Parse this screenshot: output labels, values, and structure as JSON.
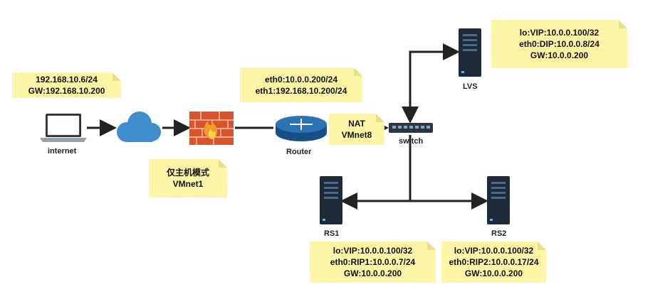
{
  "notes": {
    "client": [
      "192.168.10.6/24",
      "GW:192.168.10.200"
    ],
    "router": [
      "eth0:10.0.0.200/24",
      "eth1:192.168.10.200/24"
    ],
    "hostonly": [
      "仅主机模式",
      "VMnet1"
    ],
    "nat": [
      "NAT",
      "VMnet8"
    ],
    "lvs": [
      "lo:VIP:10.0.0.100/32",
      "eth0:DIP:10.0.0.8/24",
      "GW:10.0.0.200"
    ],
    "rs1": [
      "lo:VIP:10.0.0.100/32",
      "eth0:RIP1:10.0.0.7/24",
      "GW:10.0.0.200"
    ],
    "rs2": [
      "lo:VIP:10.0.0.100/32",
      "eth0:RIP2:10.0.0.17/24",
      "GW:10.0.0.200"
    ]
  },
  "labels": {
    "internet": "internet",
    "router": "Router",
    "switch": "switch",
    "lvs": "LVS",
    "rs1": "RS1",
    "rs2": "RS2"
  },
  "colors": {
    "note_bg": "#fdf5a6",
    "line": "#222222",
    "server": "#1f2a38",
    "cloud": "#3f8dcf",
    "router": "#1d5f9e",
    "firewall": "#d9542b"
  }
}
